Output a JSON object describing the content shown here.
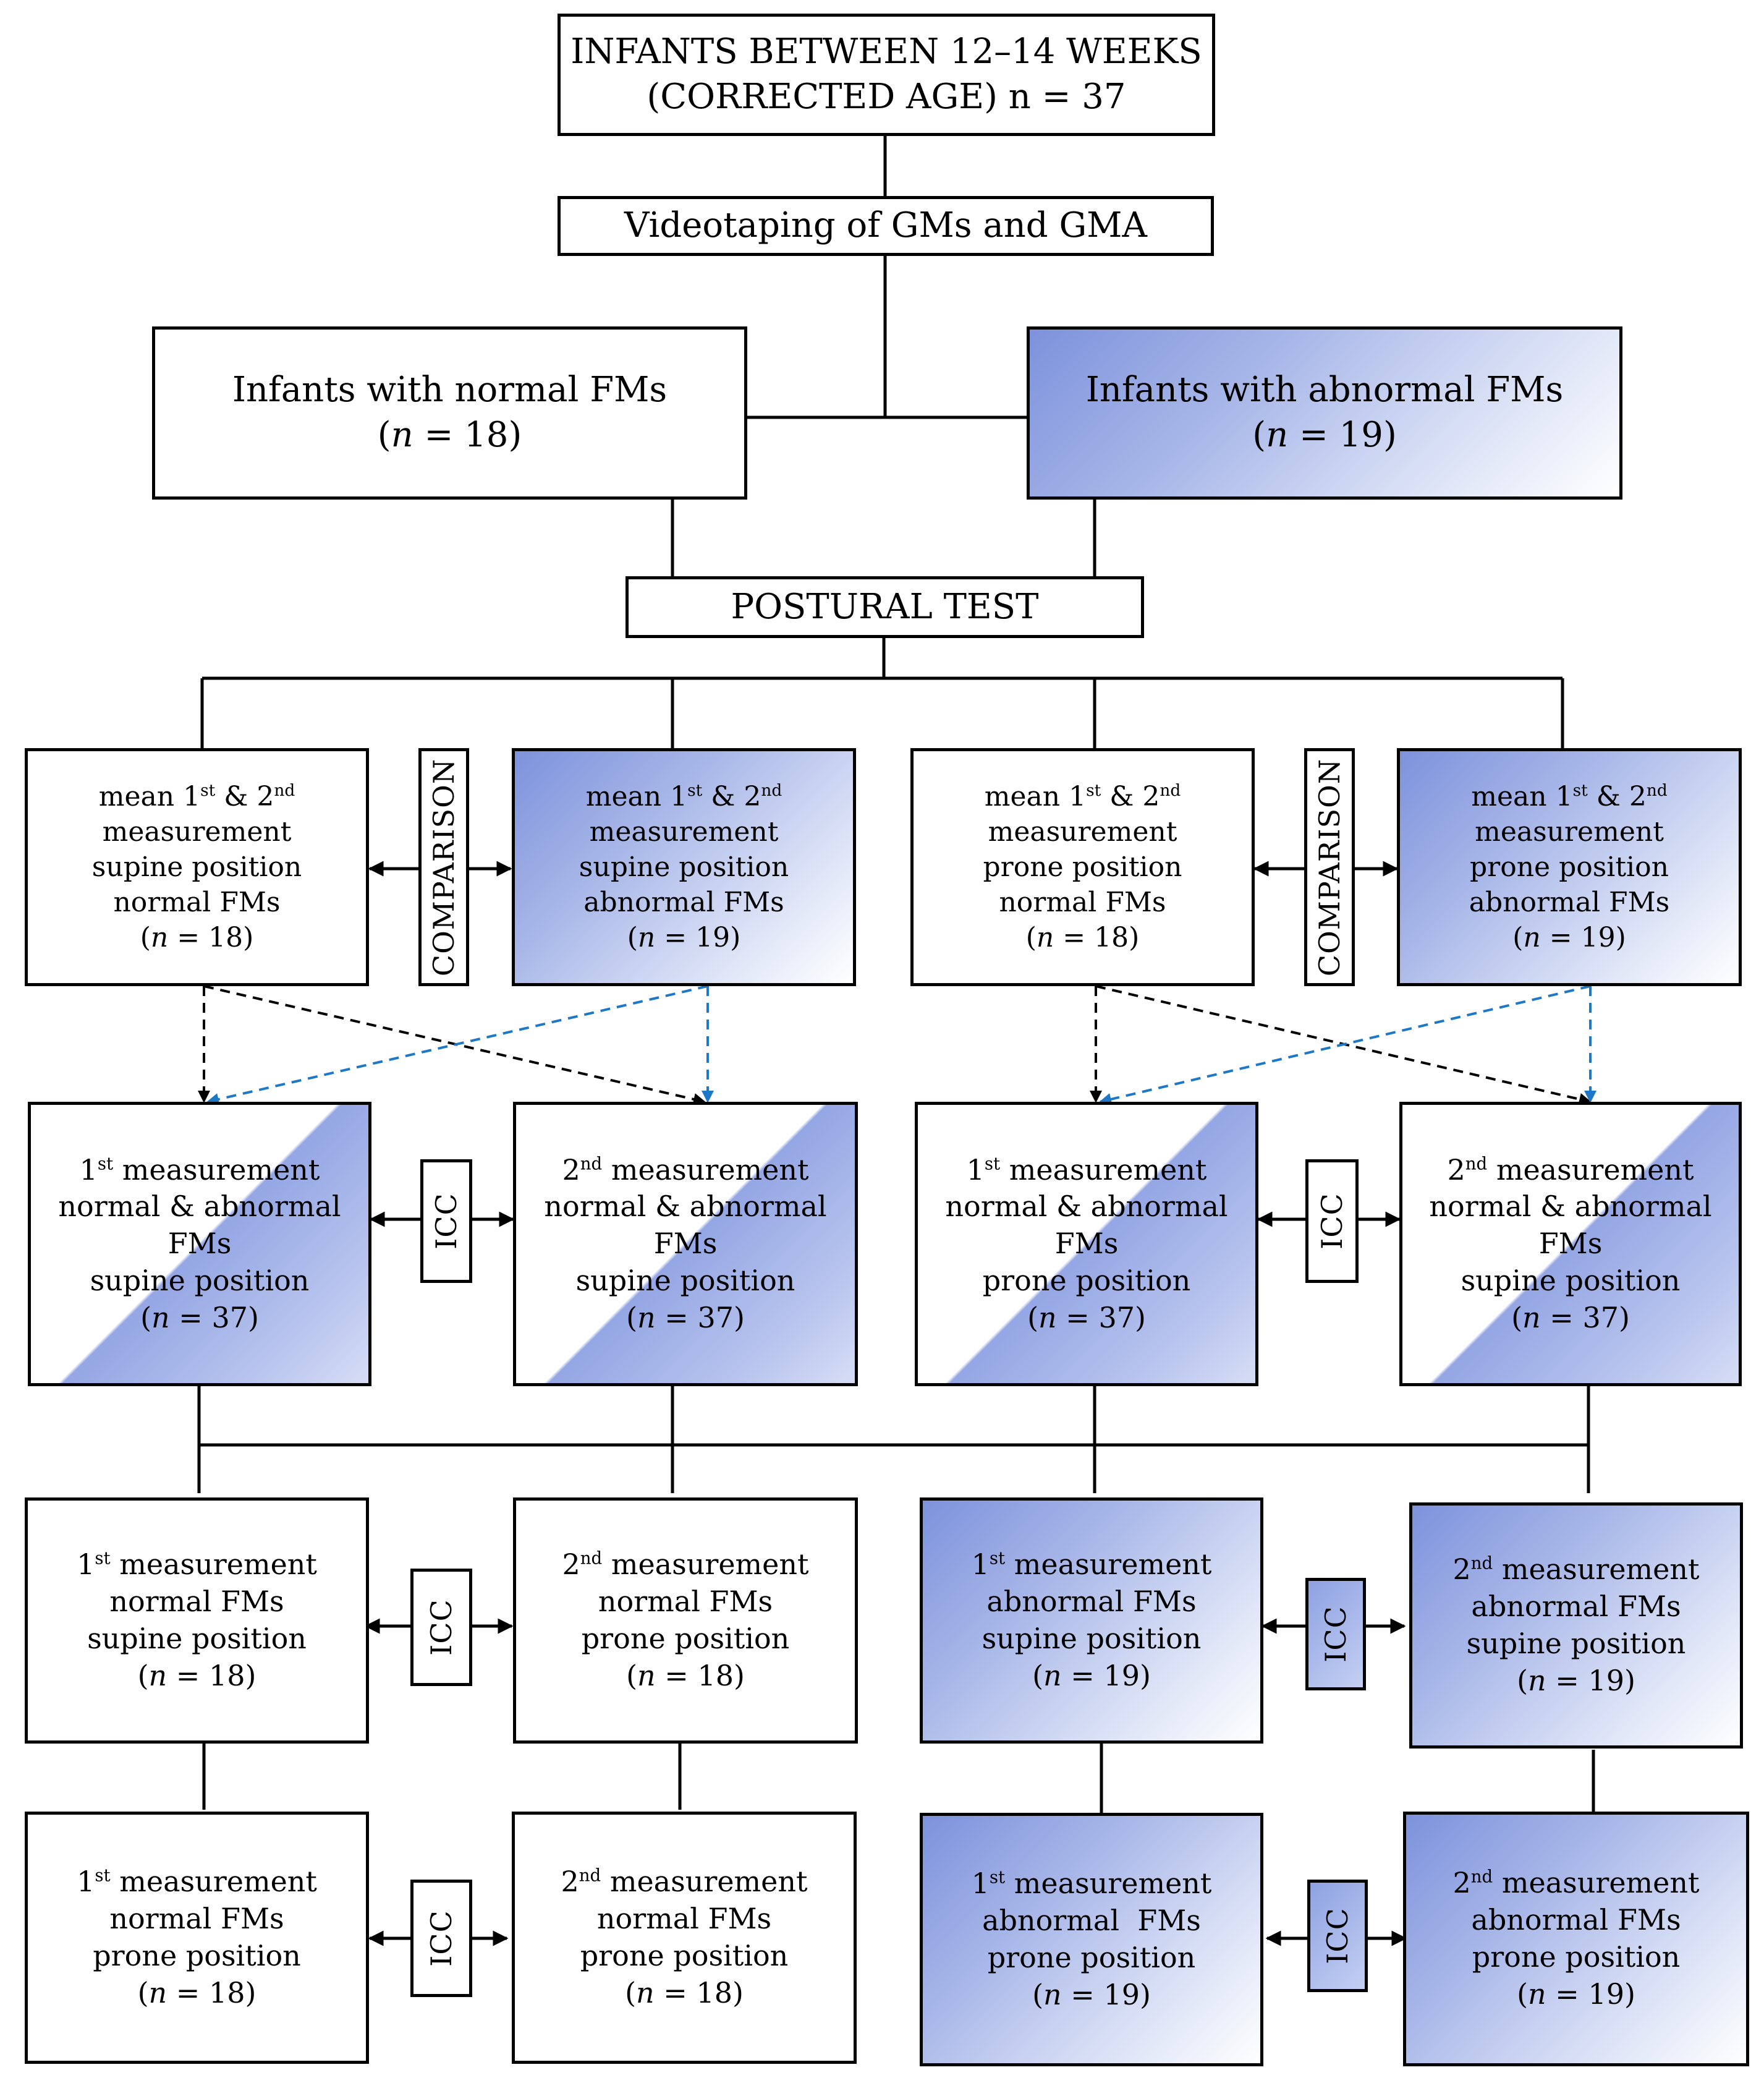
{
  "top": {
    "line1": "INFANTS BETWEEN 12–14 WEEKS",
    "line2": "(CORRECTED AGE) n = 37"
  },
  "video": "Videotaping of GMs and GMA",
  "groups": {
    "normal": {
      "title": "Infants with normal FMs",
      "n": "= 18"
    },
    "abnormal": {
      "title": "Infants with abnormal FMs",
      "n": "= 19"
    }
  },
  "postural_test": "POSTURAL TEST",
  "labels": {
    "comparison": "COMPARISON",
    "icc": "ICC",
    "n": "n",
    "st": "st",
    "nd": "nd",
    "one": "1",
    "two": "2",
    "mean": "mean",
    "amp": "&",
    "measurement": "measurement"
  },
  "row1": [
    {
      "pos": "supine position",
      "grp": "normal FMs",
      "n": "= 18"
    },
    {
      "pos": "supine position",
      "grp": "abnormal FMs",
      "n": "= 19"
    },
    {
      "pos": "prone position",
      "grp": "normal FMs",
      "n": "= 18"
    },
    {
      "pos": "prone position",
      "grp": "abnormal FMs",
      "n": "= 19"
    }
  ],
  "row2": [
    {
      "num": "1",
      "sup": "st",
      "l2": "normal & abnormal",
      "l3": "FMs",
      "l4": "supine position",
      "n": "= 37"
    },
    {
      "num": "2",
      "sup": "nd",
      "l2": "normal & abnormal",
      "l3": "FMs",
      "l4": "supine position",
      "n": "= 37"
    },
    {
      "num": "1",
      "sup": "st",
      "l2": "normal & abnormal",
      "l3": "FMs",
      "l4": "prone position",
      "n": "= 37"
    },
    {
      "num": "2",
      "sup": "nd",
      "l2": "normal & abnormal",
      "l3": "FMs",
      "l4": "supine position",
      "n": "= 37"
    }
  ],
  "row3": [
    {
      "num": "1",
      "sup": "st",
      "grp": "normal FMs",
      "pos": "supine position",
      "n": "= 18"
    },
    {
      "num": "2",
      "sup": "nd",
      "grp": "normal FMs",
      "pos": "prone position",
      "n": "= 18"
    },
    {
      "num": "1",
      "sup": "st",
      "grp": "abnormal FMs",
      "pos": "supine position",
      "n": "= 19"
    },
    {
      "num": "2",
      "sup": "nd",
      "grp": "abnormal FMs",
      "pos": "supine position",
      "n": "= 19"
    }
  ],
  "row4": [
    {
      "num": "1",
      "sup": "st",
      "grp": "normal FMs",
      "pos": "prone position",
      "n": "= 18"
    },
    {
      "num": "2",
      "sup": "nd",
      "grp": "normal FMs",
      "pos": "prone position",
      "n": "= 18"
    },
    {
      "num": "1",
      "sup": "st",
      "grp": "abnormal  FMs",
      "pos": "prone position",
      "n": "= 19"
    },
    {
      "num": "2",
      "sup": "nd",
      "grp": "abnormal FMs",
      "pos": "prone position",
      "n": "= 19"
    }
  ],
  "colors": {
    "blue_fill": "#8ea2e2",
    "blue_arrow": "#1e78c8",
    "line": "#000000"
  }
}
